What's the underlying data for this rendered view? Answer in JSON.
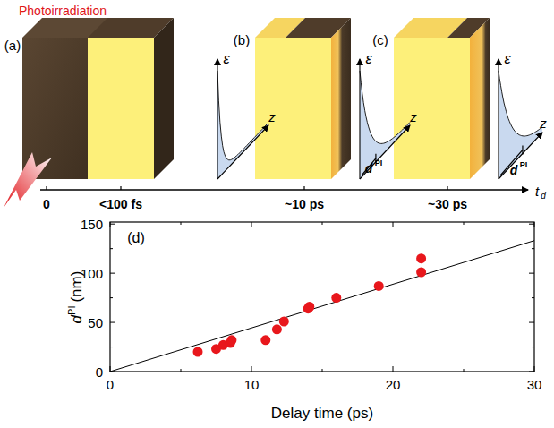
{
  "diagram": {
    "labels": [
      "Photoirradiation",
      "(a)",
      "ε",
      "z",
      "(b)",
      "ε",
      "z",
      "d",
      "PI",
      "(c)",
      "ε",
      "z",
      "d",
      "PI",
      "0",
      "<100 fs",
      "~10 ps",
      "~30 ps",
      "t",
      "d",
      "(d)",
      "150",
      "100",
      "50",
      "0",
      "0",
      "10",
      "20",
      "30",
      "d",
      "PI",
      "(nm)",
      "Delay time (ps)"
    ]
  }
}
